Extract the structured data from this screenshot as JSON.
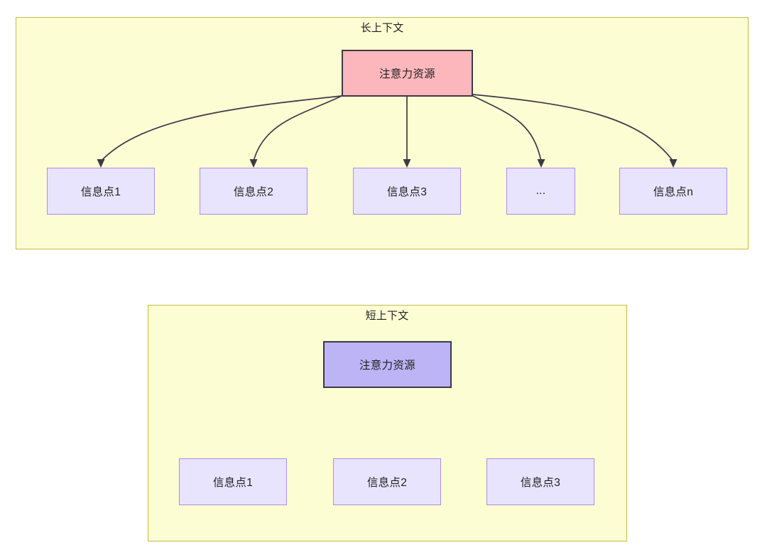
{
  "diagram": {
    "title_long": "长上下文",
    "title_short": "短上下文",
    "groups": [
      {
        "id": "long-context",
        "title": "长上下文",
        "root": {
          "label": "注意力资源",
          "fill": "#fcb7bd",
          "stroke": "#3a3a44"
        },
        "children": [
          {
            "label": "信息点1"
          },
          {
            "label": "信息点2"
          },
          {
            "label": "信息点3"
          },
          {
            "label": "..."
          },
          {
            "label": "信息点n"
          }
        ]
      },
      {
        "id": "short-context",
        "title": "短上下文",
        "root": {
          "label": "注意力资源",
          "fill": "#bcb4f5",
          "stroke": "#3a3a44"
        },
        "children": [
          {
            "label": "信息点1"
          },
          {
            "label": "信息点2"
          },
          {
            "label": "信息点3"
          }
        ]
      }
    ],
    "colors": {
      "group_background": "#fdfdd4",
      "group_border": "#c4bc45",
      "attention_long_fill": "#fcb7bd",
      "attention_short_fill": "#bcb4f5",
      "info_fill": "#e8e4fd",
      "info_border": "#ae8ce8",
      "edge_stroke": "#3a3a44",
      "text": "#1f1f1f",
      "page_background": "#ffffff"
    }
  }
}
